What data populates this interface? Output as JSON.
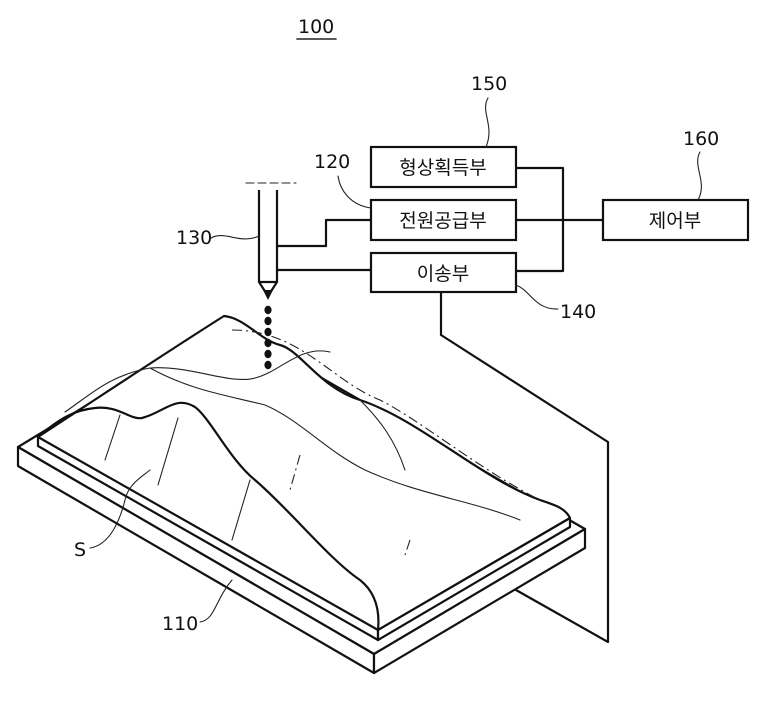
{
  "figure": {
    "number": "100"
  },
  "blocks": {
    "shape_acquisition": {
      "label": "형상획득부",
      "ref": "150"
    },
    "power_supply": {
      "label": "전원공급부",
      "ref": "120"
    },
    "transfer": {
      "label": "이송부",
      "ref": "140"
    },
    "control": {
      "label": "제어부",
      "ref": "160"
    }
  },
  "parts": {
    "nozzle": {
      "ref": "130"
    },
    "stage": {
      "ref": "110"
    },
    "substrate": {
      "ref": "S"
    }
  }
}
